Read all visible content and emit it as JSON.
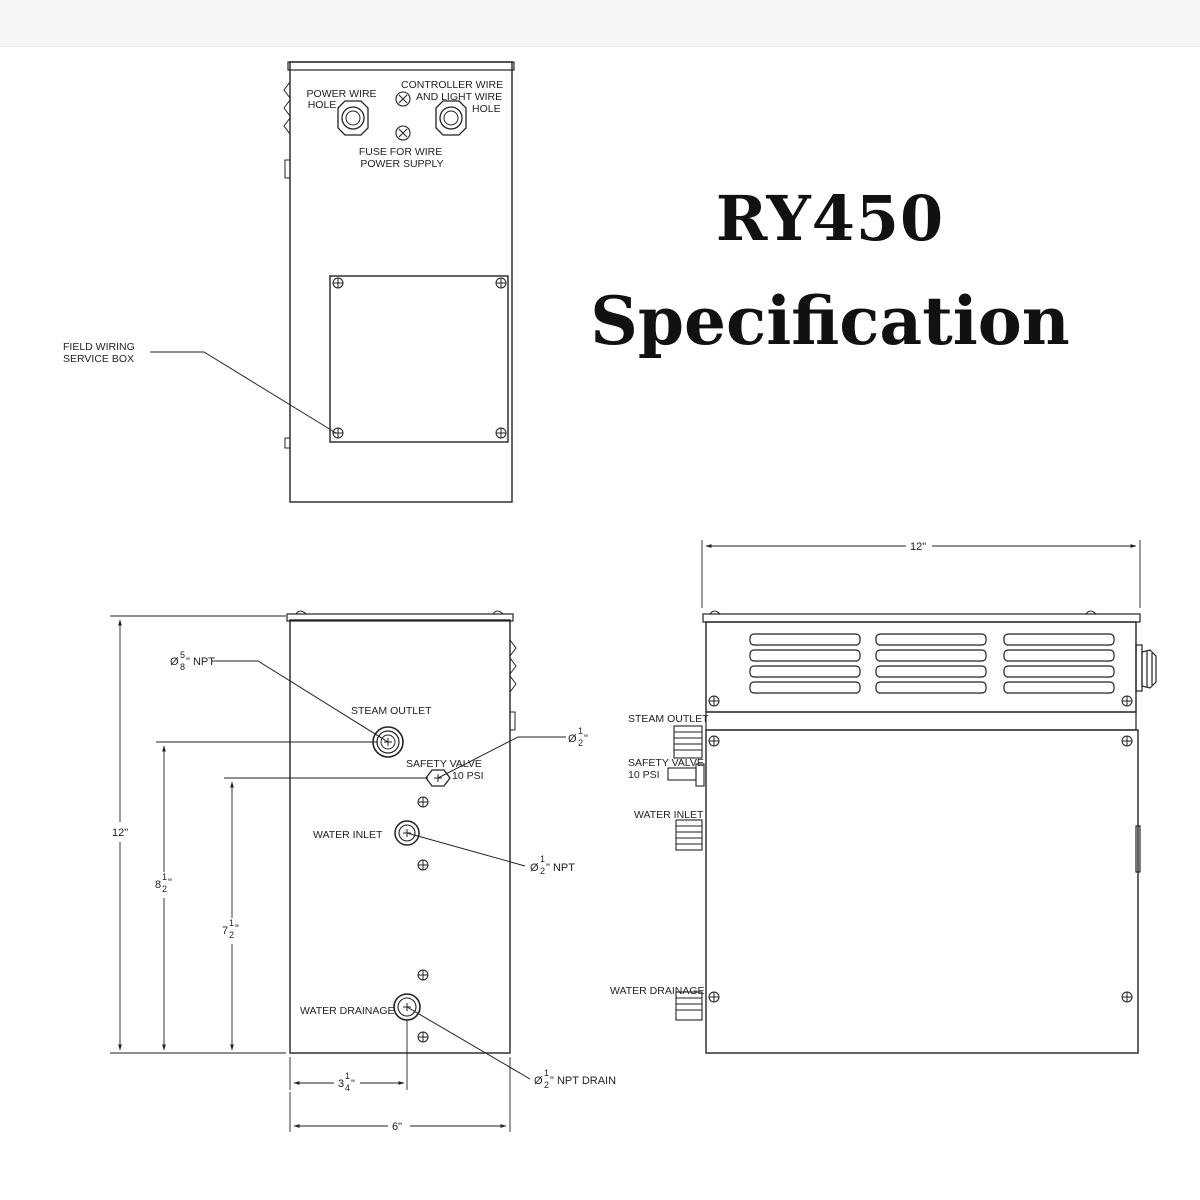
{
  "title": {
    "line1": "RY450",
    "line2": "Specification"
  },
  "top_view": {
    "power_wire_hole": [
      "POWER WIRE",
      "HOLE"
    ],
    "controller_wire": [
      "CONTROLLER WIRE",
      "AND LIGHT WIRE",
      "HOLE"
    ],
    "fuse": [
      "FUSE FOR WIRE",
      "POWER SUPPLY"
    ],
    "field_wiring": [
      "FIELD WIRING",
      "SERVICE BOX"
    ]
  },
  "front_view": {
    "steam_outlet": "STEAM OUTLET",
    "safety_valve": [
      "SAFETY VALVE",
      "10 PSI"
    ],
    "water_inlet": "WATER INLET",
    "water_drainage": "WATER DRAINAGE",
    "steam_npt": {
      "pre": "Ø",
      "num": "5",
      "den": "8",
      "post": "\" NPT"
    },
    "safety_size": {
      "pre": "Ø",
      "num": "1",
      "den": "2",
      "post": "\""
    },
    "inlet_npt": {
      "pre": "Ø",
      "num": "1",
      "den": "2",
      "post": "\" NPT"
    },
    "drain_npt": {
      "pre": "Ø",
      "num": "1",
      "den": "2",
      "post": "\" NPT DRAIN"
    },
    "height": "12\"",
    "h_steam": {
      "whole": "8",
      "num": "1",
      "den": "2",
      "post": "\""
    },
    "h_safety": {
      "whole": "7",
      "num": "1",
      "den": "2",
      "post": "\""
    },
    "w_drain": {
      "whole": "3",
      "num": "1",
      "den": "4",
      "post": "\""
    },
    "width": "6\""
  },
  "side_view": {
    "width": "12\"",
    "steam_outlet": "STEAM OUTLET",
    "safety_valve": [
      "SAFETY VALVE",
      "10 PSI"
    ],
    "water_inlet": "WATER INLET",
    "water_drainage": "WATER DRAINAGE"
  }
}
